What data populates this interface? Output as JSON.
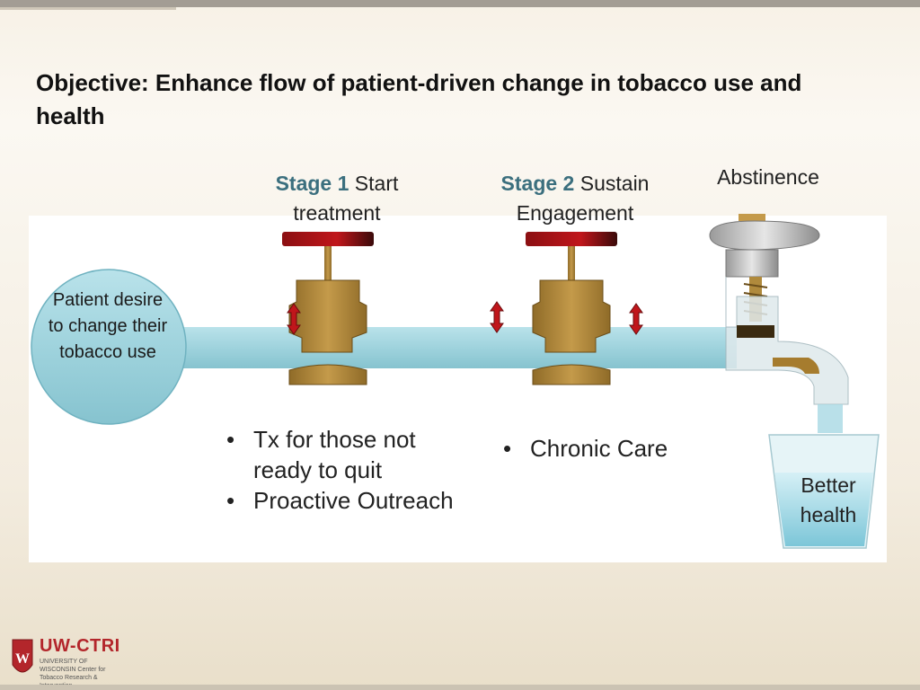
{
  "title": "Objective: Enhance flow of patient-driven change in tobacco use and health",
  "stage1": {
    "bold": "Stage 1",
    "rest": " Start treatment"
  },
  "stage2": {
    "bold": "Stage 2",
    "rest": " Sustain Engagement"
  },
  "abstinence": "Abstinence",
  "patient_desire": "Patient desire to change their tobacco use",
  "better_health": "Better health",
  "stage1_bullets": [
    "Tx for those not ready to quit",
    "Proactive Outreach"
  ],
  "stage2_bullets": [
    "Chronic Care"
  ],
  "logo": {
    "name": "UW-CTRI",
    "sub": "UNIVERSITY OF WISCONSIN Center for Tobacco Research & Intervention"
  },
  "colors": {
    "pipe": "#9fd3dd",
    "valve_body": "#b08a3c",
    "handle": "#a8181b",
    "arrow": "#c0161b",
    "stage_text": "#3b6f7e"
  }
}
